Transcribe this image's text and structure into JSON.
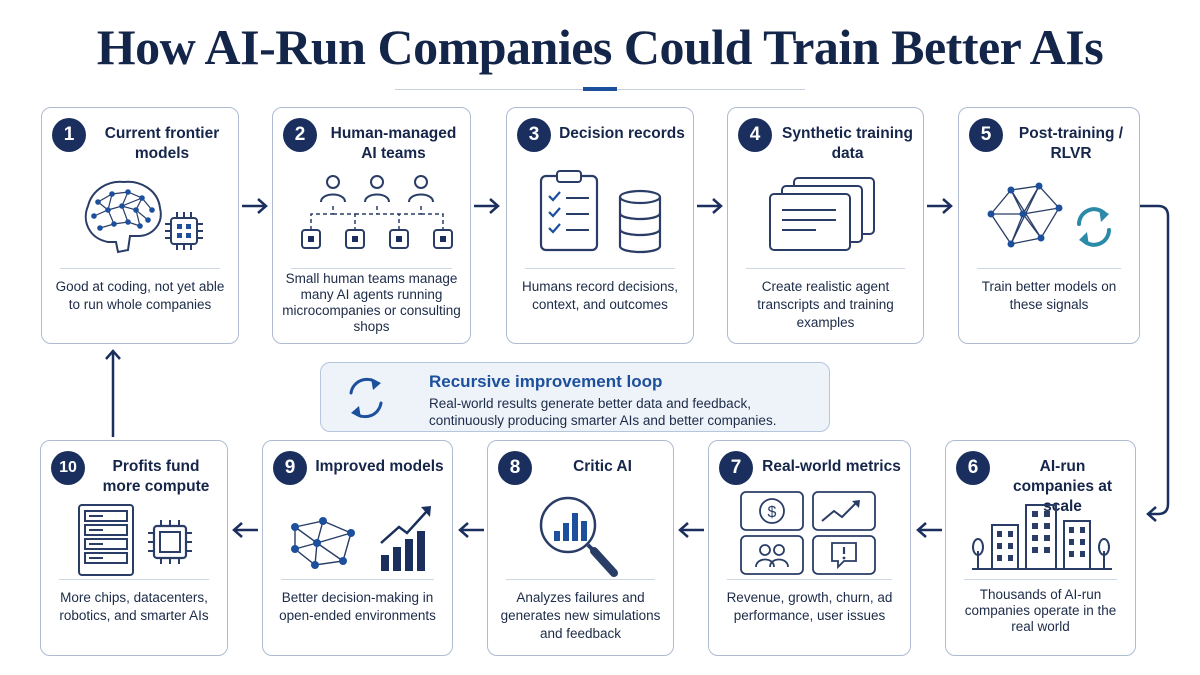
{
  "title": "How AI-Run Companies Could Train Better AIs",
  "steps": [
    {
      "number": "1",
      "title": "Current frontier models",
      "description": "Good at coding, not yet able to run whole companies"
    },
    {
      "number": "2",
      "title": "Human-managed AI teams",
      "description": "Small human teams manage many AI agents running microcompanies or consulting shops"
    },
    {
      "number": "3",
      "title": "Decision records",
      "description": "Humans record decisions, context, and outcomes"
    },
    {
      "number": "4",
      "title": "Synthetic training data",
      "description": "Create realistic agent transcripts and training examples"
    },
    {
      "number": "5",
      "title": "Post-training / RLVR",
      "description": "Train better models on these signals"
    },
    {
      "number": "6",
      "title": "AI-run companies at scale",
      "description": "Thousands of AI-run companies operate in the real world"
    },
    {
      "number": "7",
      "title": "Real-world metrics",
      "description": "Revenue, growth, churn, ad performance, user issues"
    },
    {
      "number": "8",
      "title": "Critic AI",
      "description": "Analyzes failures and generates new simulations and feedback"
    },
    {
      "number": "9",
      "title": "Improved models",
      "description": "Better decision-making in open-ended environments"
    },
    {
      "number": "10",
      "title": "Profits fund more compute",
      "description": "More chips, datacenters, robotics, and smarter AIs"
    }
  ],
  "loop": {
    "title": "Recursive improvement loop",
    "description": "Real-world results generate better data and feedback, continuously producing smarter AIs and better companies."
  },
  "icons": {
    "step1": [
      "brain-network-icon",
      "chip-icon"
    ],
    "step2": [
      "people-icon",
      "org-tree-icon"
    ],
    "step3": [
      "clipboard-checklist-icon",
      "database-icon"
    ],
    "step4": [
      "document-stack-icon"
    ],
    "step5": [
      "neural-network-icon",
      "refresh-icon"
    ],
    "step6": [
      "city-buildings-icon"
    ],
    "step7": [
      "dollar-icon",
      "trend-line-icon",
      "users-icon",
      "alert-icon"
    ],
    "step8": [
      "magnifier-chart-icon"
    ],
    "step9": [
      "network-icon",
      "growth-chart-icon"
    ],
    "step10": [
      "server-rack-icon",
      "chip-icon"
    ],
    "loop": [
      "cycle-icon"
    ]
  },
  "colors": {
    "navy": "#1a2f5e",
    "accent_blue": "#1c4f9c",
    "teal": "#2a8aa8",
    "border": "#aebbd0",
    "loop_bg": "#eef3fa"
  }
}
